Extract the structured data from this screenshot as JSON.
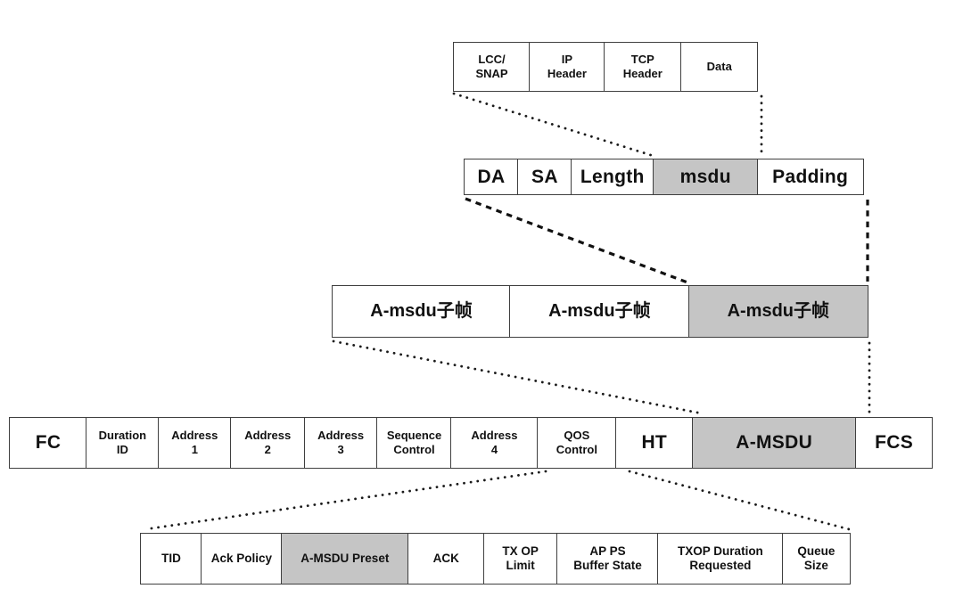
{
  "diagram": {
    "description": "802.11 A-MSDU frame aggregation format diagram",
    "colors": {
      "highlight_fill": "#c5c5c5",
      "cell_fill": "#ffffff",
      "border": "#3f3f3f",
      "text": "#111111"
    },
    "rows": [
      {
        "name": "msdu-payload-row",
        "cells": [
          {
            "label": "LCC/\nSNAP",
            "highlight": false
          },
          {
            "label": "IP\nHeader",
            "highlight": false
          },
          {
            "label": "TCP\nHeader",
            "highlight": false
          },
          {
            "label": "Data",
            "highlight": false
          }
        ]
      },
      {
        "name": "msdu-subframe-row",
        "cells": [
          {
            "label": "DA",
            "highlight": false
          },
          {
            "label": "SA",
            "highlight": false
          },
          {
            "label": "Length",
            "highlight": false
          },
          {
            "label": "msdu",
            "highlight": true
          },
          {
            "label": "Padding",
            "highlight": false
          }
        ]
      },
      {
        "name": "amsdu-aggregate-row",
        "cells": [
          {
            "label": "A-msdu子帧",
            "highlight": false
          },
          {
            "label": "A-msdu子帧",
            "highlight": false
          },
          {
            "label": "A-msdu子帧",
            "highlight": true
          }
        ]
      },
      {
        "name": "mac-frame-row",
        "cells": [
          {
            "label": "FC",
            "highlight": false
          },
          {
            "label": "Duration\nID",
            "highlight": false
          },
          {
            "label": "Address\n1",
            "highlight": false
          },
          {
            "label": "Address\n2",
            "highlight": false
          },
          {
            "label": "Address\n3",
            "highlight": false
          },
          {
            "label": "Sequence\nControl",
            "highlight": false
          },
          {
            "label": "Address\n4",
            "highlight": false
          },
          {
            "label": "QOS\nControl",
            "highlight": false
          },
          {
            "label": "HT",
            "highlight": false
          },
          {
            "label": "A-MSDU",
            "highlight": true
          },
          {
            "label": "FCS",
            "highlight": false
          }
        ]
      },
      {
        "name": "qos-control-fields-row",
        "cells": [
          {
            "label": "TID",
            "highlight": false
          },
          {
            "label": "Ack Policy",
            "highlight": false
          },
          {
            "label": "A-MSDU Preset",
            "highlight": true
          },
          {
            "label": "ACK",
            "highlight": false
          },
          {
            "label": "TX OP\nLimit",
            "highlight": false
          },
          {
            "label": "AP PS\nBuffer State",
            "highlight": false
          },
          {
            "label": "TXOP Duration\nRequested",
            "highlight": false
          },
          {
            "label": "Queue\nSize",
            "highlight": false
          }
        ]
      }
    ],
    "connectors": [
      {
        "from": "msdu-payload-row",
        "to": "msdu cell",
        "style": "dotted"
      },
      {
        "from": "msdu-subframe-row",
        "to": "third A-msdu子帧 cell",
        "style": "dashed"
      },
      {
        "from": "amsdu-aggregate-row",
        "to": "A-MSDU cell",
        "style": "dotted"
      },
      {
        "from": "QOS Control cell",
        "to": "qos-control-fields-row",
        "style": "dotted"
      }
    ]
  }
}
